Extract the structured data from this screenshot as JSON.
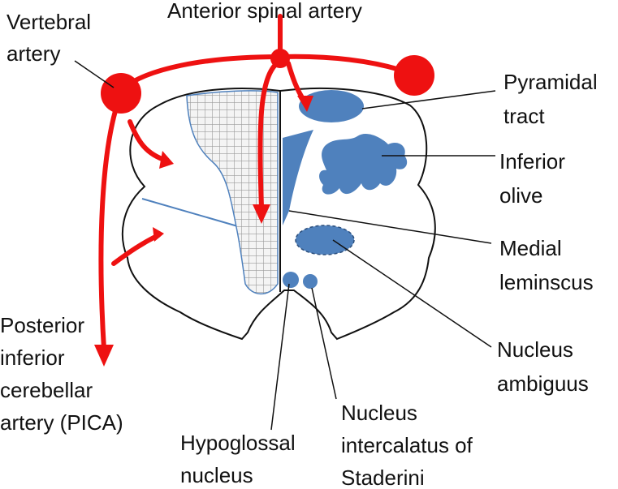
{
  "labels": {
    "anterior_spinal_artery": "Anterior spinal artery",
    "vertebral_artery_line1": "Vertebral",
    "vertebral_artery_line2": "artery",
    "pyramidal_tract_line1": "Pyramidal",
    "pyramidal_tract_line2": "tract",
    "inferior_olive_line1": "Inferior",
    "inferior_olive_line2": "olive",
    "medial_lemniscus_line1": "Medial",
    "medial_lemniscus_line2": "leminscus",
    "nucleus_ambiguus_line1": "Nucleus",
    "nucleus_ambiguus_line2": "ambiguus",
    "pica_line1": "Posterior",
    "pica_line2": "inferior",
    "pica_line3": "cerebellar",
    "pica_line4": "artery (PICA)",
    "hypoglossal_line1": "Hypoglossal",
    "hypoglossal_line2": "nucleus",
    "intercalatus_line1": "Nucleus",
    "intercalatus_line2": "intercalatus  of",
    "intercalatus_line3": "Staderini"
  },
  "colors": {
    "artery": "#ee1111",
    "structure": "#4f81bd",
    "outline": "#111111",
    "grid": "#9a9a9a"
  }
}
